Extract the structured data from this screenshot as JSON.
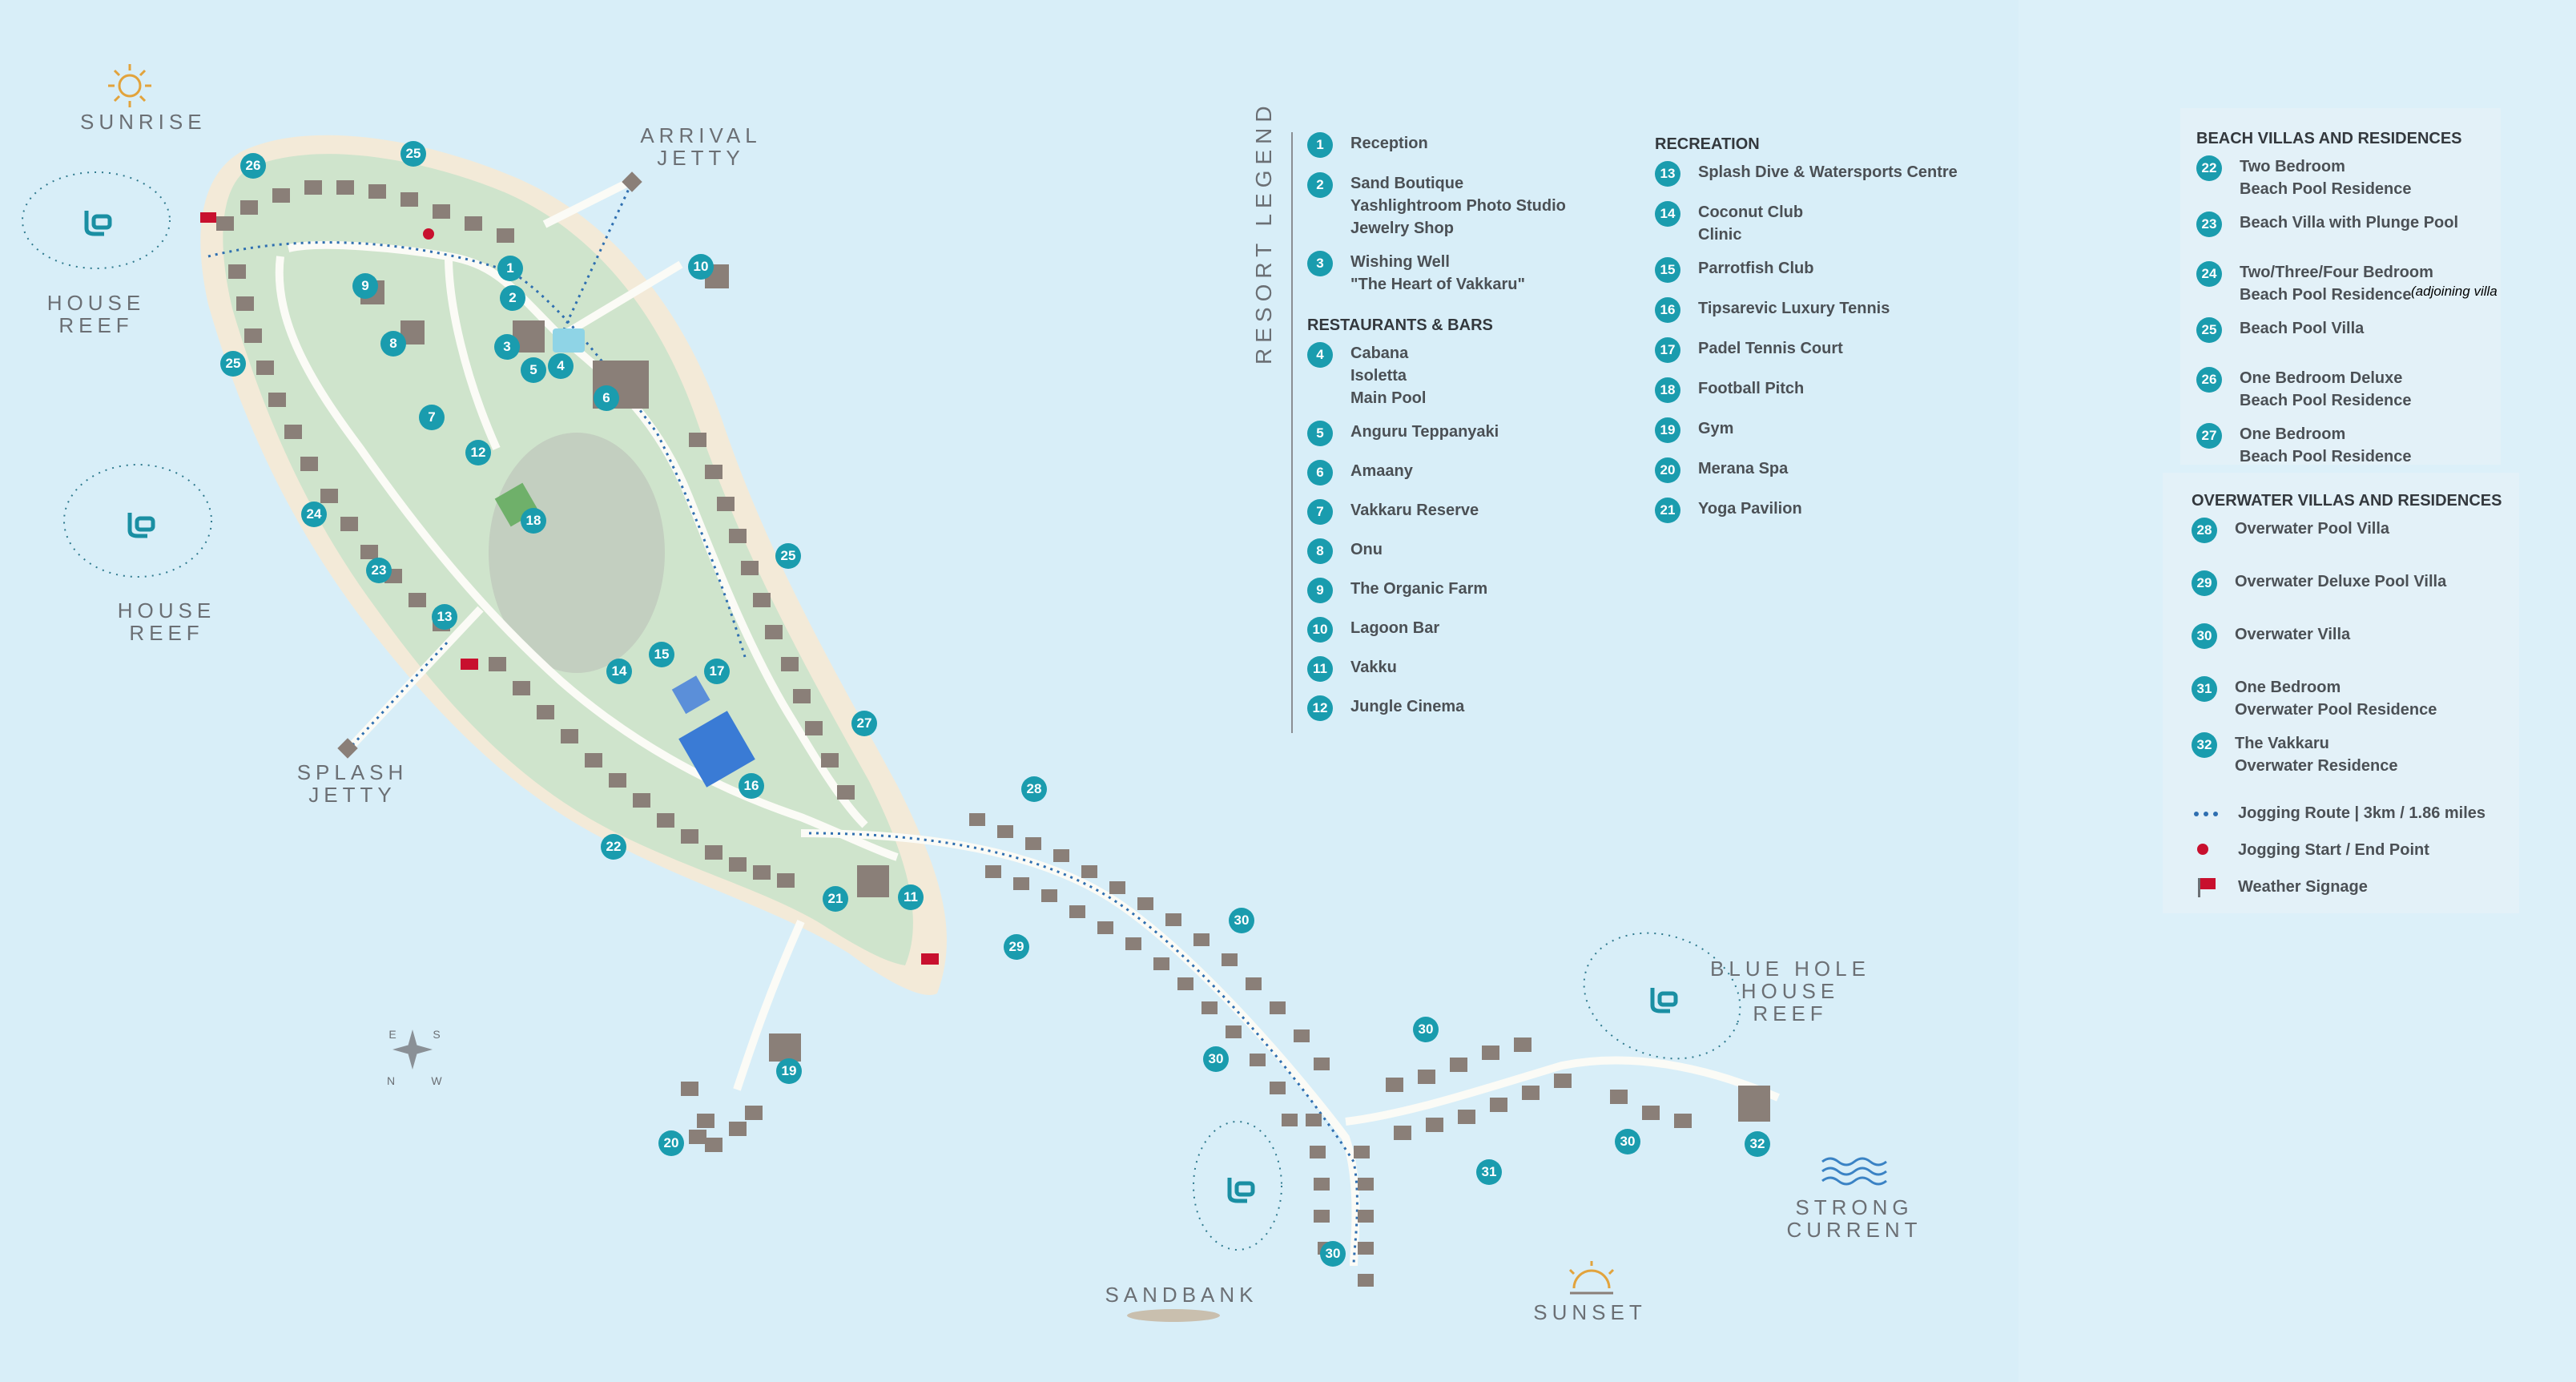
{
  "map_labels": {
    "sunrise": "SUNRISE",
    "house_reef_1": "HOUSE REEF",
    "house_reef_2": "HOUSE REEF",
    "arrival_jetty": "ARRIVAL\nJETTY",
    "splash_jetty": "SPLASH\nJETTY",
    "blue_hole": "BLUE HOLE\nHOUSE REEF",
    "strong_current": "STRONG\nCURRENT",
    "sandbank": "SANDBANK",
    "sunset": "SUNSET",
    "compass": {
      "e": "E",
      "s": "S",
      "n": "N",
      "w": "W"
    }
  },
  "legend": {
    "title": "RESORT LEGEND",
    "main_items": [
      {
        "n": "1",
        "text": "Reception"
      },
      {
        "n": "2",
        "text": "Sand Boutique\nYashlightroom Photo Studio\nJewelry Shop"
      },
      {
        "n": "3",
        "text": "Wishing Well\n\"The Heart of Vakkaru\""
      }
    ],
    "restaurants_heading": "RESTAURANTS & BARS",
    "restaurants": [
      {
        "n": "4",
        "text": "Cabana\nIsoletta\nMain Pool"
      },
      {
        "n": "5",
        "text": "Anguru Teppanyaki"
      },
      {
        "n": "6",
        "text": "Amaany"
      },
      {
        "n": "7",
        "text": "Vakkaru Reserve"
      },
      {
        "n": "8",
        "text": "Onu"
      },
      {
        "n": "9",
        "text": "The Organic Farm"
      },
      {
        "n": "10",
        "text": "Lagoon Bar"
      },
      {
        "n": "11",
        "text": "Vakku"
      },
      {
        "n": "12",
        "text": "Jungle Cinema"
      }
    ],
    "recreation_heading": "RECREATION",
    "recreation": [
      {
        "n": "13",
        "text": "Splash Dive & Watersports Centre"
      },
      {
        "n": "14",
        "text": "Coconut Club\nClinic"
      },
      {
        "n": "15",
        "text": "Parrotfish Club"
      },
      {
        "n": "16",
        "text": "Tipsarevic Luxury Tennis"
      },
      {
        "n": "17",
        "text": "Padel Tennis Court"
      },
      {
        "n": "18",
        "text": "Football Pitch"
      },
      {
        "n": "19",
        "text": "Gym"
      },
      {
        "n": "20",
        "text": "Merana Spa"
      },
      {
        "n": "21",
        "text": "Yoga Pavilion"
      }
    ],
    "beach_heading": "BEACH VILLAS AND RESIDENCES",
    "beach": [
      {
        "n": "22",
        "text": "Two Bedroom\nBeach Pool Residence"
      },
      {
        "n": "23",
        "text": "Beach Villa with Plunge Pool"
      },
      {
        "n": "24",
        "text": "Two/Three/Four Bedroom\nBeach Pool Residence",
        "note": "(adjoining villa"
      },
      {
        "n": "25",
        "text": "Beach Pool Villa"
      },
      {
        "n": "26",
        "text": "One Bedroom Deluxe\nBeach Pool Residence"
      },
      {
        "n": "27",
        "text": "One Bedroom\nBeach Pool Residence"
      }
    ],
    "overwater_heading": "OVERWATER VILLAS AND RESIDENCES",
    "overwater": [
      {
        "n": "28",
        "text": "Overwater Pool Villa"
      },
      {
        "n": "29",
        "text": "Overwater Deluxe Pool Villa"
      },
      {
        "n": "30",
        "text": "Overwater Villa"
      },
      {
        "n": "31",
        "text": "One Bedroom\nOverwater Pool Residence"
      },
      {
        "n": "32",
        "text": "The Vakkaru\nOverwater Residence"
      }
    ],
    "keys": [
      {
        "icon": "jogging-route-icon",
        "text": "Jogging Route  |  3km / 1.86 miles"
      },
      {
        "icon": "jogging-point-icon",
        "text": "Jogging Start / End Point"
      },
      {
        "icon": "weather-flag-icon",
        "text": "Weather Signage"
      }
    ]
  },
  "map_markers": [
    {
      "n": "1"
    },
    {
      "n": "2"
    },
    {
      "n": "3"
    },
    {
      "n": "4"
    },
    {
      "n": "5"
    },
    {
      "n": "6"
    },
    {
      "n": "7"
    },
    {
      "n": "8"
    },
    {
      "n": "9"
    },
    {
      "n": "10"
    },
    {
      "n": "11"
    },
    {
      "n": "12"
    },
    {
      "n": "13"
    },
    {
      "n": "14"
    },
    {
      "n": "15"
    },
    {
      "n": "16"
    },
    {
      "n": "17"
    },
    {
      "n": "18"
    },
    {
      "n": "19"
    },
    {
      "n": "20"
    },
    {
      "n": "21"
    },
    {
      "n": "22"
    },
    {
      "n": "23"
    },
    {
      "n": "24"
    },
    {
      "n": "25"
    },
    {
      "n": "25"
    },
    {
      "n": "25"
    },
    {
      "n": "26"
    },
    {
      "n": "27"
    },
    {
      "n": "28"
    },
    {
      "n": "29"
    },
    {
      "n": "30"
    },
    {
      "n": "30"
    },
    {
      "n": "30"
    },
    {
      "n": "30"
    },
    {
      "n": "30"
    },
    {
      "n": "31"
    },
    {
      "n": "32"
    }
  ],
  "colors": {
    "water": "#d8eef8",
    "island": "#cfe4cc",
    "sand": "#f3ead8",
    "marker": "#1a9cae",
    "villa": "#8a7f78",
    "flag": "#c8102e"
  }
}
